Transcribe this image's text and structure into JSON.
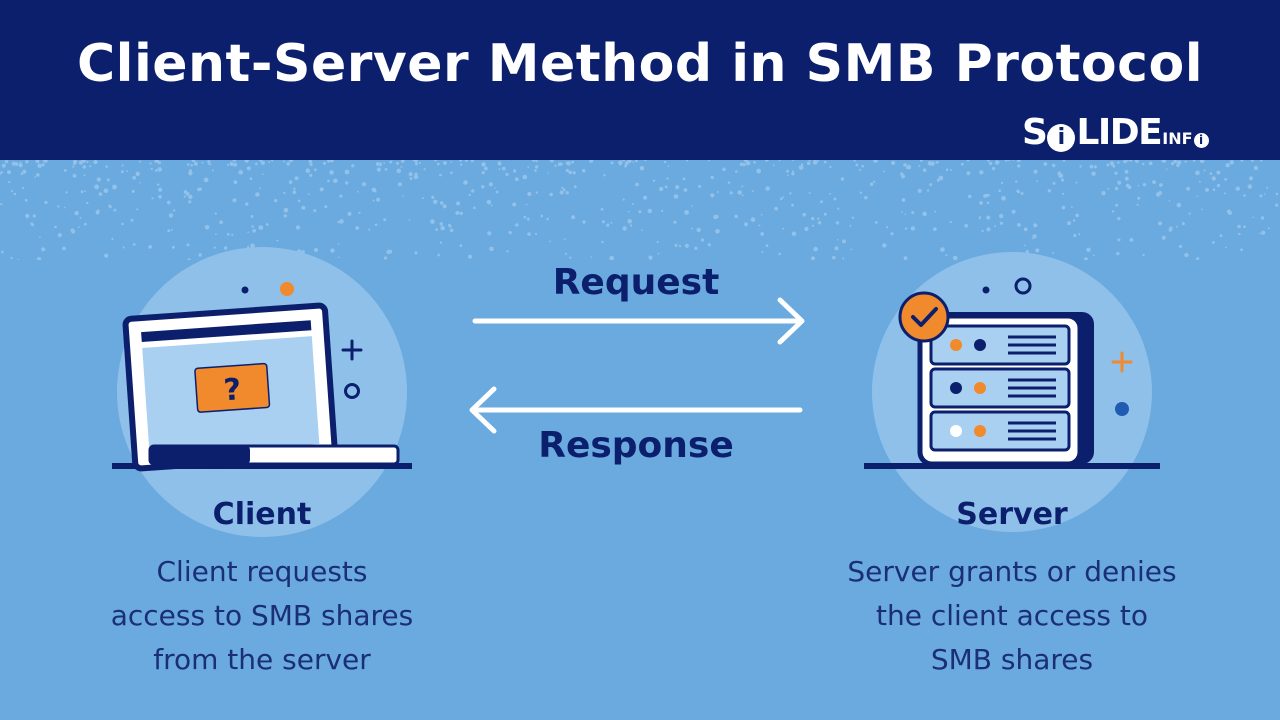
{
  "header": {
    "title": "Client-Server Method in SMB Protocol",
    "logo": {
      "main": "S",
      "dot": "i",
      "rest": "LIDE",
      "suffix": "INF",
      "suffix_dot": "i"
    }
  },
  "flows": {
    "request": "Request",
    "response": "Response"
  },
  "client": {
    "label": "Client",
    "description_lines": [
      "Client requests",
      "access to SMB shares",
      "from the server"
    ],
    "screen_icon": "question-mark-icon",
    "glyph": "?"
  },
  "server": {
    "label": "Server",
    "description_lines": [
      "Server grants or denies",
      "the client access to",
      "SMB shares"
    ],
    "badge_icon": "check-icon"
  },
  "colors": {
    "header_bg": "#0b1f6d",
    "canvas_bg": "#6aaadf",
    "accent_orange": "#f08a2c",
    "navy": "#0b1f6d",
    "circle_bg": "#8fc0ea"
  }
}
